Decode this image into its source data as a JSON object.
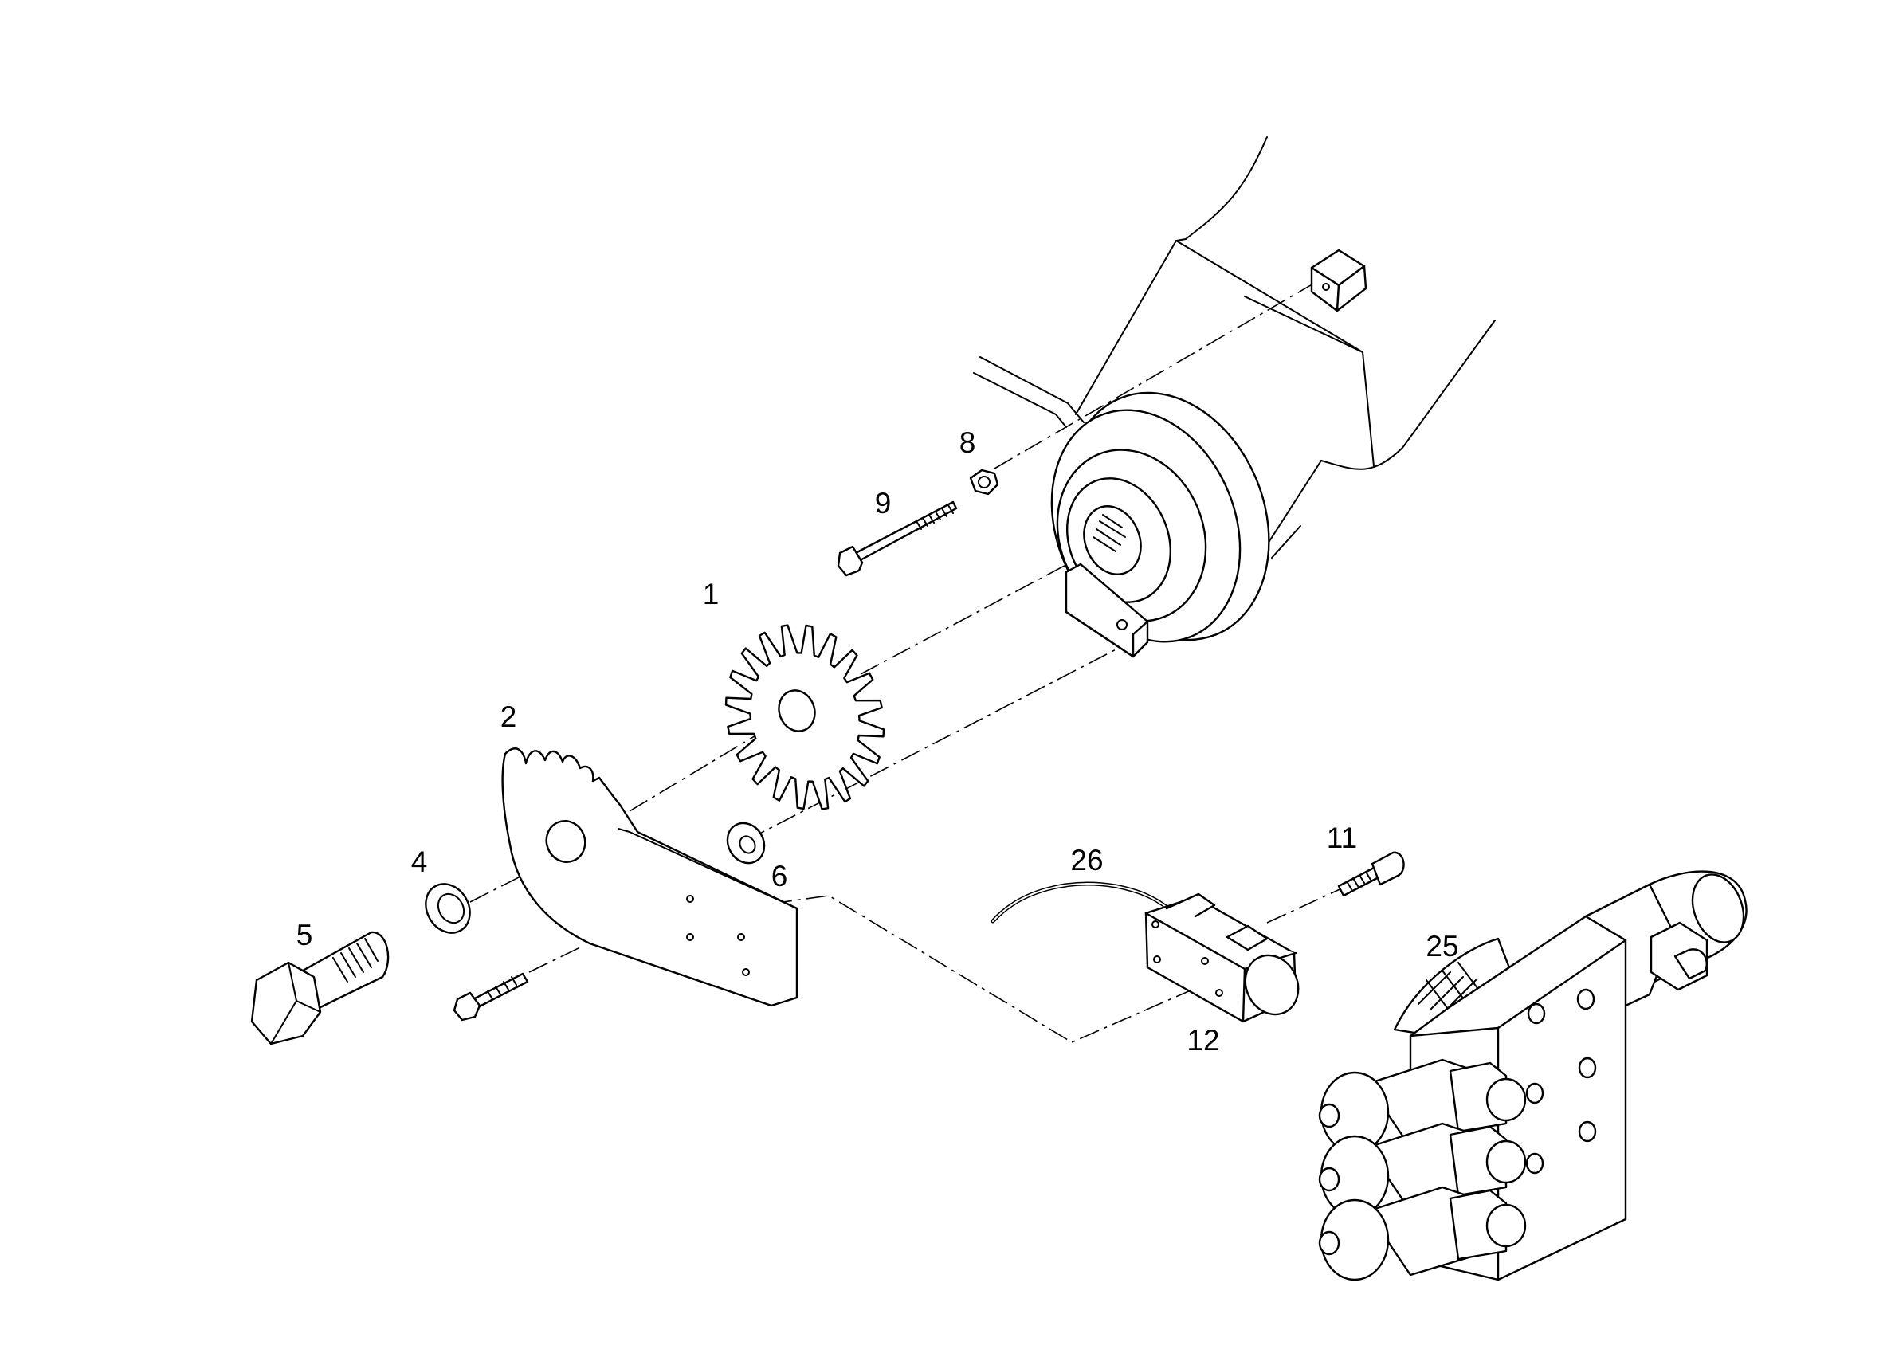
{
  "diagram": {
    "line_color": "#000000",
    "background_color": "#ffffff",
    "callouts": {
      "p1": "1",
      "p2": "2",
      "p4": "4",
      "p5": "5",
      "p6": "6",
      "p8": "8",
      "p9": "9",
      "p11": "11",
      "p12": "12",
      "p25": "25",
      "p26": "26"
    }
  }
}
